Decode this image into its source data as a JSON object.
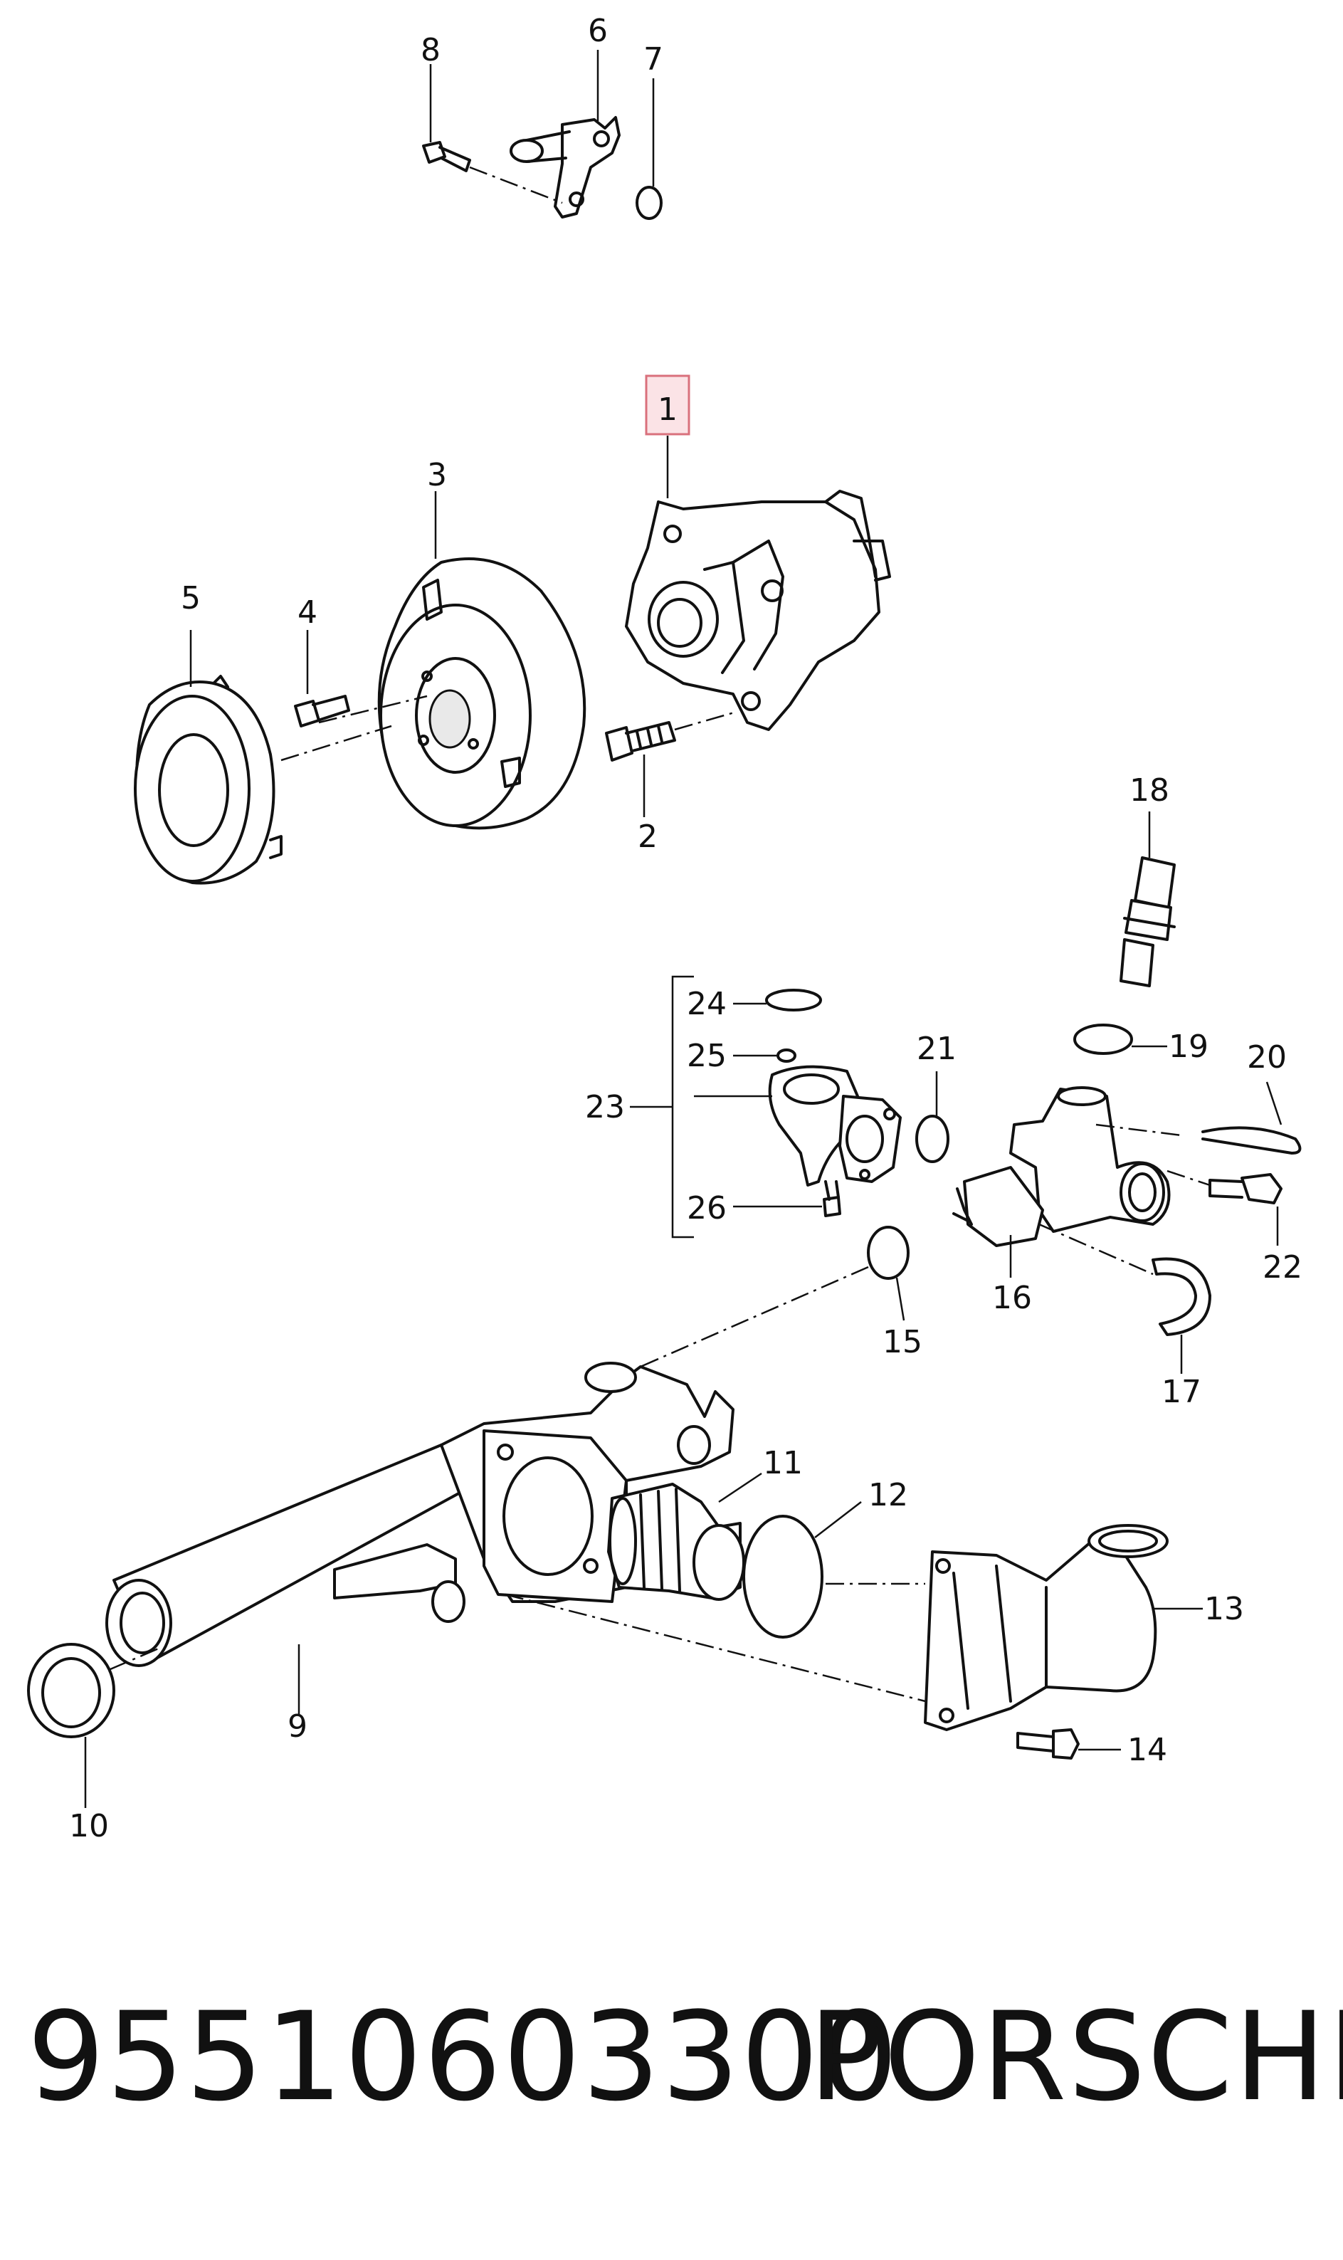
{
  "diagram": {
    "highlighted_callout": "1",
    "callouts": {
      "c1": "1",
      "c2": "2",
      "c3": "3",
      "c4": "4",
      "c5": "5",
      "c6": "6",
      "c7": "7",
      "c8": "8",
      "c9": "9",
      "c10": "10",
      "c11": "11",
      "c12": "12",
      "c13": "13",
      "c14": "14",
      "c15": "15",
      "c16": "16",
      "c17": "17",
      "c18": "18",
      "c19": "19",
      "c20": "20",
      "c21": "21",
      "c22": "22",
      "c23": "23",
      "c24": "24",
      "c25": "25",
      "c26": "26"
    },
    "colors": {
      "line": "#111111",
      "highlight_fill": "#fbe3e6",
      "highlight_border": "#d9707c"
    }
  },
  "footer": {
    "part_number": "95510603300",
    "brand": "PORSCHE"
  }
}
